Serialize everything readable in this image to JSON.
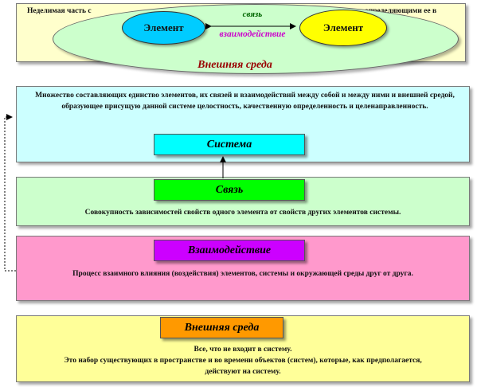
{
  "top": {
    "text_left": "Неделимая часть с",
    "text_right": "определяющими ее в",
    "element_left": "Элемент",
    "element_right": "Элемент",
    "link_label": "связь",
    "interaction_label": "взаимодействие",
    "environment_label": "Внешняя среда"
  },
  "system": {
    "title": "Система",
    "text": "Множество составляющих единство элементов, их связей и взаимодействий между собой и между ними и внешней средой, образующее присущую данной системе целостность, качественную определенность и целенаправленность."
  },
  "link": {
    "title": "Связь",
    "text": "Совокупность зависимостей свойств одного элемента от свойств других элементов системы."
  },
  "interaction": {
    "title": "Взаимодействие",
    "text": "Процесс взаимного влияния (воздействия) элементов, системы и окружающей среды друг от друга."
  },
  "environment": {
    "title": "Внешняя среда",
    "text_line1": "Все, что не входит в систему.",
    "text_line2": "Это набор существующих в пространстве и во времени объектов (систем), которые, как предполагается, действуют на систему."
  },
  "colors": {
    "top_bg": "#ffffcc",
    "ellipse_bg": "#ccffcc",
    "element_left_bg": "#00ccff",
    "element_right_bg": "#ffff00",
    "system_bg": "#ccffff",
    "system_label_bg": "#00ffff",
    "link_bg": "#ccffcc",
    "link_label_bg": "#00ff00",
    "interaction_bg": "#ff99cc",
    "interaction_label_bg": "#cc00ff",
    "env_bg": "#ffff99",
    "env_label_bg": "#ff9900",
    "link_text": "#006600",
    "interaction_text": "#cc00cc",
    "env_text": "#990000"
  }
}
